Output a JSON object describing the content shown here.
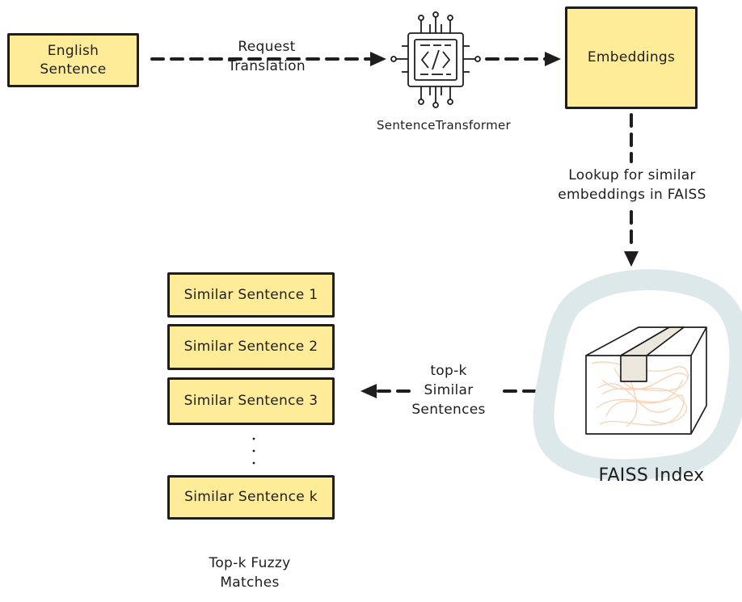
{
  "nodes": {
    "english_sentence": "English\nSentence",
    "sentence_transformer": "SentenceTransformer",
    "embeddings": "Embeddings",
    "faiss_index": "FAISS Index"
  },
  "edges": {
    "request_translation": "Request\nTranslation",
    "lookup": "Lookup for similar\nembeddings in FAISS",
    "topk": "top-k\nSimilar\nSentences"
  },
  "results": {
    "items": [
      "Similar Sentence 1",
      "Similar Sentence 2",
      "Similar Sentence 3",
      "Similar Sentence k"
    ],
    "caption": "Top-k Fuzzy\nMatches"
  },
  "icons": {
    "transformer": "chip-code-icon",
    "faiss": "box-icon",
    "ellipsis": "vertical-dots-icon"
  },
  "colors": {
    "box_fill": "#ffec99",
    "stroke": "#1e1e1e",
    "faiss_highlight": "#dde8ea",
    "faiss_scribble": "#f6d3b3"
  }
}
